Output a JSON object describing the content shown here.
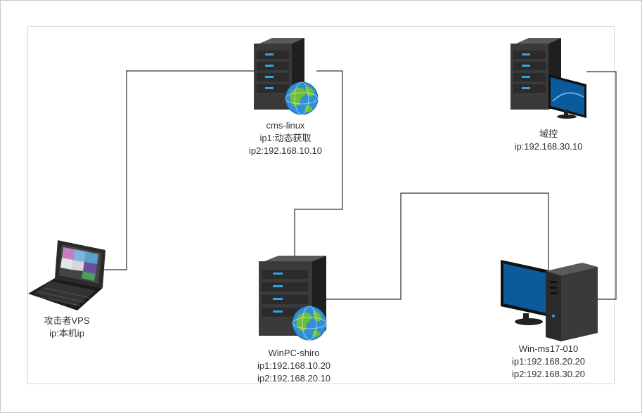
{
  "colors": {
    "wire": "#000000",
    "server_body": "#3a3a3a",
    "server_led": "#2ea3e8",
    "screen_blue": "#0a5a9c",
    "globe_blue": "#2f8fd8",
    "globe_green": "#6cbf3a"
  },
  "nodes": {
    "cms_linux": {
      "icon": "server-globe-icon",
      "name": "cms-linux",
      "line2": "ip1:动态获取",
      "line3": "ip2:192.168.10.10"
    },
    "dc": {
      "icon": "server-monitor-icon",
      "name": "域控",
      "line2": "ip:192.168.30.10"
    },
    "attacker": {
      "icon": "laptop-icon",
      "name": "攻击者VPS",
      "line2": "ip:本机ip"
    },
    "winpc_shiro": {
      "icon": "server-globe-icon",
      "name": "WinPC-shiro",
      "line2": "ip1:192.168.10.20",
      "line3": "ip2:192.168.20.10"
    },
    "win_ms17": {
      "icon": "desktop-pc-icon",
      "name": "Win-ms17-010",
      "line2": "ip1:192.168.20.20",
      "line3": "ip2:192.168.30.20"
    }
  }
}
